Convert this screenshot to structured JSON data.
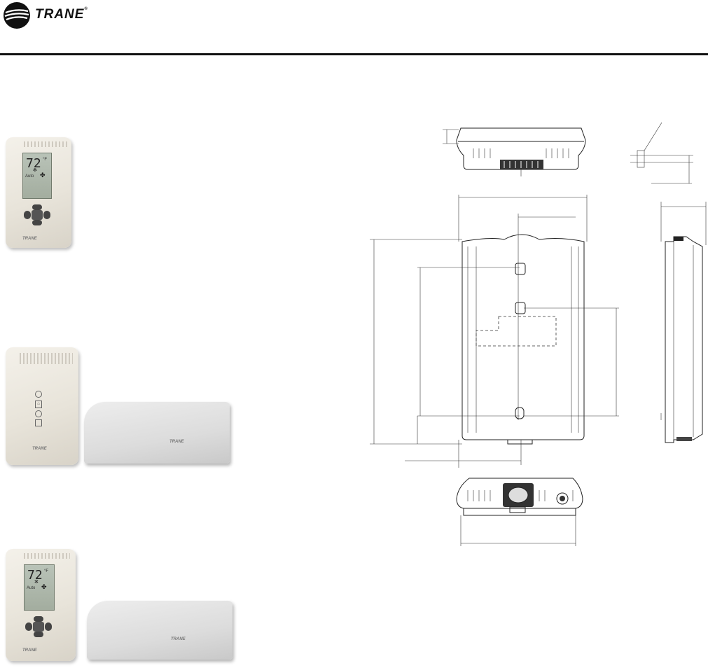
{
  "header": {
    "brand": "TRANE",
    "registered": "®"
  },
  "products": [
    {
      "name": "thermostat-display",
      "lcd_temp": "72",
      "lcd_unit": "°F",
      "lcd_mode": "Auto",
      "brand": "TRANE"
    },
    {
      "name": "sensor-no-display",
      "brand": "TRANE",
      "cover_brand": "TRANE"
    },
    {
      "name": "thermostat-display-with-cover",
      "lcd_temp": "72",
      "lcd_unit": "°F",
      "lcd_mode": "Auto",
      "brand": "TRANE",
      "cover_brand": "TRANE"
    }
  ],
  "colors": {
    "header_rule": "#111111",
    "device_body": "#ebe7de",
    "cover_body": "#dcdcdc",
    "lcd": "#aeb8ab"
  }
}
